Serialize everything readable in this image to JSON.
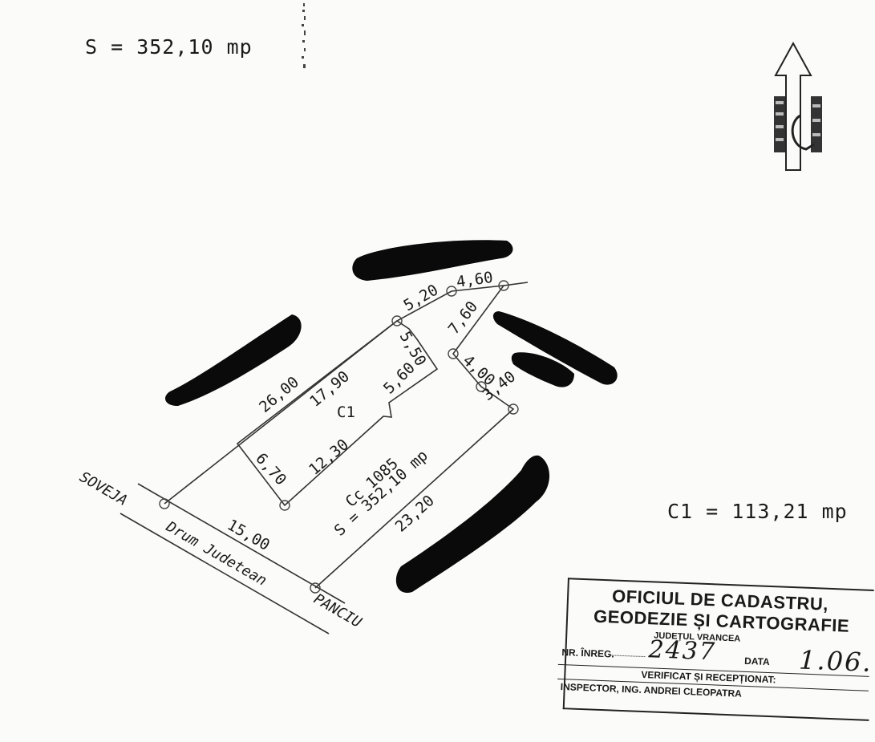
{
  "header": {
    "area_total": "S = 352,10 mp"
  },
  "legend": {
    "area_c1": "C1 = 113,21 mp"
  },
  "plan": {
    "distances": {
      "d26": "26,00",
      "d1790": "17,90",
      "d520": "5,20",
      "d460": "4,60",
      "d550": "5,50",
      "d560": "5,60",
      "d760": "7,60",
      "d400": "4,00",
      "d340": "3,40",
      "d670": "6,70",
      "d1230": "12,30",
      "d1500": "15,00",
      "d2320": "23,20"
    },
    "building_label": "C1",
    "parcel_label": "Cc 1085",
    "parcel_area": "S = 352,10 mp",
    "road_west": "SOVEJA",
    "road_name": "Drum Judetean",
    "road_east": "PANCIU"
  },
  "stamp": {
    "line1": "OFICIUL DE CADASTRU,",
    "line2": "GEODEZIE ȘI CARTOGRAFIE",
    "county": "JUDEȚUL VRANCEA",
    "nr_label": "NR. ÎNREG.",
    "nr_value": "2437",
    "date_label": "DATA",
    "date_value": "1.06.",
    "verified": "VERIFICAT ȘI RECEPȚIONAT:",
    "inspector": "INSPECTOR, ING. ANDREI CLEOPATRA"
  }
}
